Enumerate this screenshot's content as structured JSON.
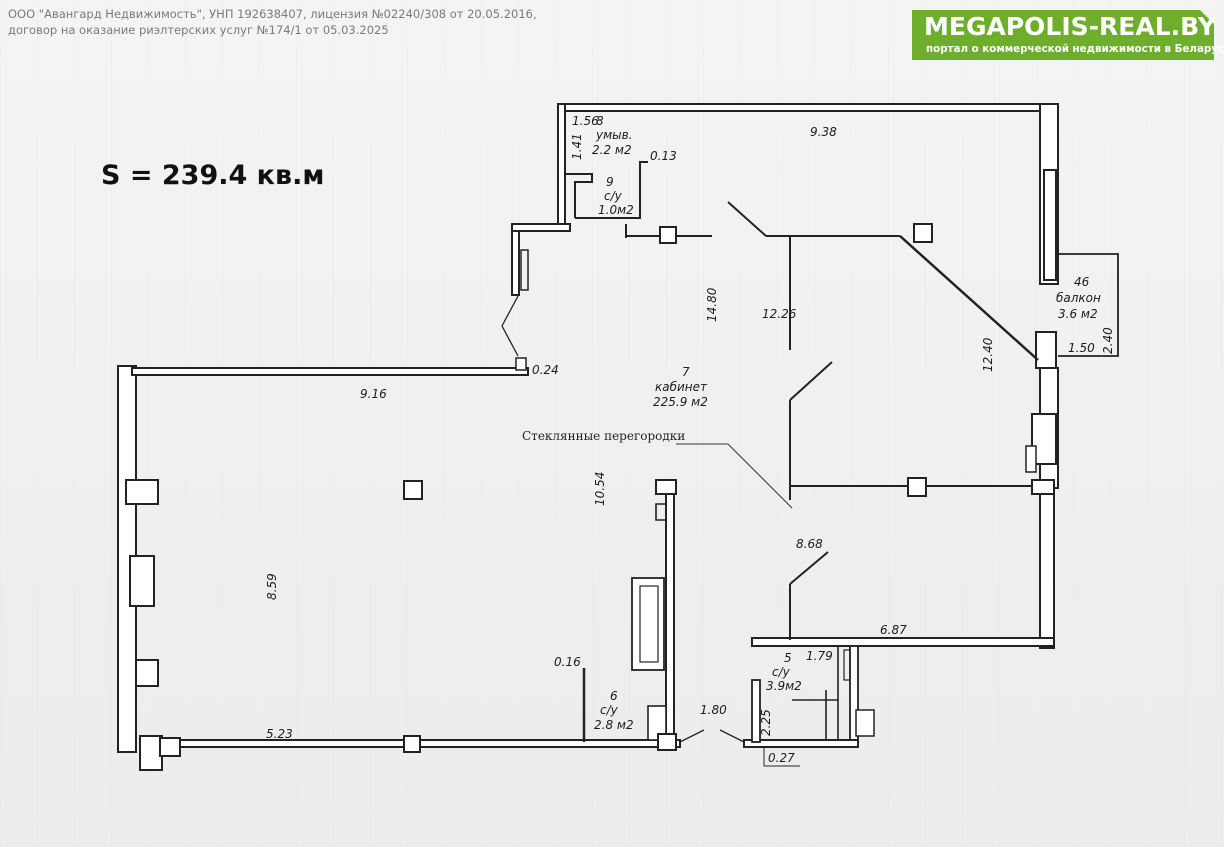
{
  "header": {
    "legal_line_1": "ООО \"Авангард Недвижимость\", УНП 192638407, лицензия №02240/308 от 20.05.2016,",
    "legal_line_2": "договор на оказание риэлтерских услуг №174/1 от 05.03.2025"
  },
  "brand": {
    "name": "MEGAPOLIS-REAL.BY",
    "tagline": "портал о коммерческой недвижимости в Беларуси",
    "color": "#6fae2d"
  },
  "area_total": "S = 239.4 кв.м",
  "plan": {
    "annotation": "Стеклянные перегородки",
    "rooms": [
      {
        "id": "room-7",
        "number": "7",
        "name": "кабинет",
        "area": "225.9 м2"
      },
      {
        "id": "room-8",
        "number": "8",
        "name": "умыв.",
        "area": "2.2 м2"
      },
      {
        "id": "room-9",
        "number": "9",
        "name": "с/у",
        "area": "1.0м2"
      },
      {
        "id": "room-46",
        "number": "46",
        "name": "балкон",
        "area": "3.6 м2"
      },
      {
        "id": "room-5",
        "number": "5",
        "name": "с/у",
        "area": "3.9м2"
      },
      {
        "id": "room-6",
        "number": "6",
        "name": "с/у",
        "area": "2.8 м2"
      }
    ],
    "dimensions": {
      "d_938": "9.38",
      "d_156": "1.56",
      "d_141": "1.41",
      "d_013": "0.13",
      "d_1480": "14.80",
      "d_1226": "12.26",
      "d_1240": "12.40",
      "d_150": "1.50",
      "d_240": "2.40",
      "d_024": "0.24",
      "d_916": "9.16",
      "d_1054": "10.54",
      "d_859": "8.59",
      "d_868": "8.68",
      "d_687": "6.87",
      "d_179": "1.79",
      "d_016": "0.16",
      "d_523": "5.23",
      "d_180": "1.80",
      "d_225": "2.25",
      "d_027": "0.27"
    }
  }
}
